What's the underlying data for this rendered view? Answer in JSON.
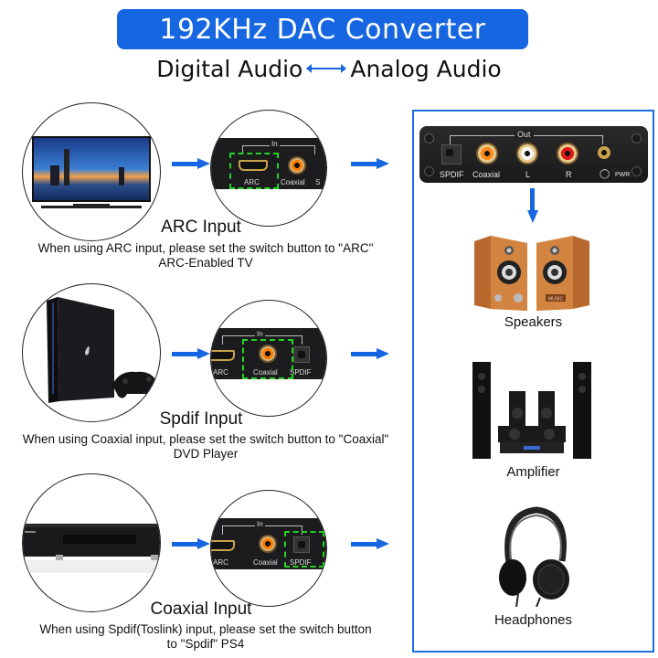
{
  "header": {
    "title": "192KHz DAC Converter",
    "subtitle_left": "Digital Audio",
    "subtitle_right": "Analog Audio",
    "title_bg_color": "#1566e0"
  },
  "inputs": [
    {
      "device": "ARC-Enabled TV",
      "device_icon": "tv-icon",
      "title": "ARC Input",
      "description": "When using ARC input, please set the switch button to \"ARC\"",
      "device_label": "ARC-Enabled TV",
      "highlighted_port": "ARC",
      "port_labels": [
        "ARC",
        "Coaxial",
        "S"
      ],
      "panel_label": "In"
    },
    {
      "device": "PS4",
      "device_icon": "game-console-icon",
      "title": "Spdif Input",
      "description": "When using Coaxial input, please set the switch button to \"Coaxial\"",
      "device_label": "DVD Player",
      "highlighted_port": "Coaxial",
      "port_labels": [
        "ARC",
        "Coaxial",
        "SPDIF"
      ],
      "panel_label": "In"
    },
    {
      "device": "DVD Player",
      "device_icon": "dvd-player-icon",
      "title": "Coaxial Input",
      "description": "When using Spdif(Toslink) input, please set the switch button",
      "description_line2": "to \"Spdif\"   PS4",
      "highlighted_port": "SPDIF",
      "port_labels": [
        "ARC",
        "Coaxial",
        "SPDIF"
      ],
      "panel_label": "In"
    }
  ],
  "output_panel": {
    "panel_label": "Out",
    "ports": [
      "SPDIF",
      "Coaxial",
      "L",
      "R",
      "headphone-icon",
      "PWR"
    ],
    "outputs": [
      {
        "label": "Speakers",
        "icon": "speakers-icon",
        "badge": "MUSIC"
      },
      {
        "label": "Amplifier",
        "icon": "amplifier-icon"
      },
      {
        "label": "Headphones",
        "icon": "headphones-icon"
      }
    ],
    "border_color": "#1c6fe0"
  },
  "colors": {
    "arrow": "#1566e0",
    "highlight_dash": "#22d322"
  }
}
